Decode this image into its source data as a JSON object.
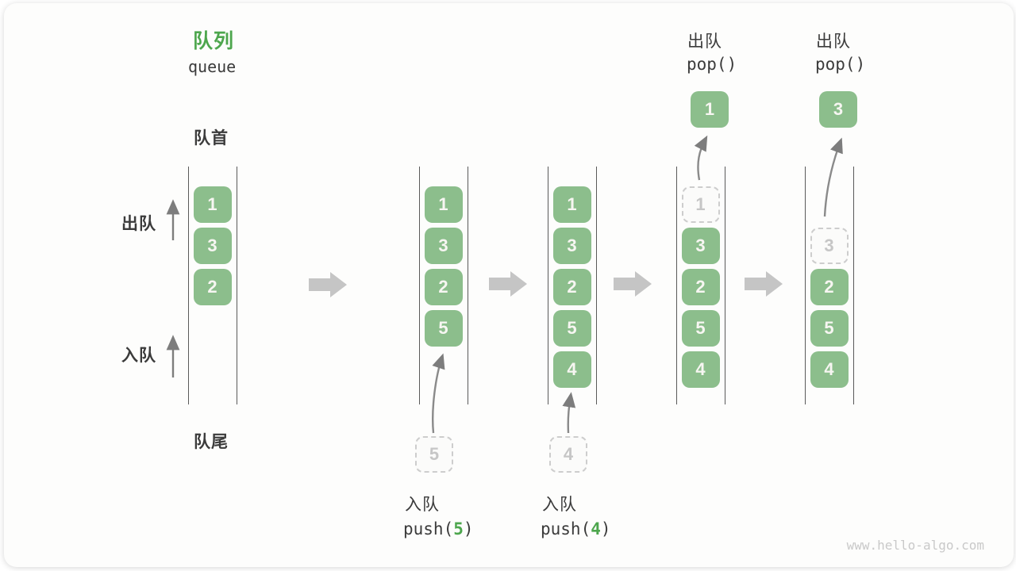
{
  "title": {
    "zh": "队列",
    "en": "queue"
  },
  "side_labels": {
    "front": "队首",
    "rear": "队尾",
    "dequeue": "出队",
    "enqueue": "入队"
  },
  "watermark": "www.hello-algo.com",
  "colors": {
    "accent_green": "#4DA64D",
    "box_green": "#8CBE8C",
    "dark_text": "#3B3B3B",
    "line_gray": "#5A5A5A",
    "arrow_gray": "#8A8A8A",
    "block_arrow_gray": "#C5C5C5",
    "dashed_border": "#CDCDCD",
    "dashed_text": "#C6C6C6",
    "watermark_gray": "#C9C9C9"
  },
  "columns": [
    {
      "cells": [
        {
          "slot": 0,
          "value": "1",
          "variant": "solid"
        },
        {
          "slot": 1,
          "value": "3",
          "variant": "solid"
        },
        {
          "slot": 2,
          "value": "2",
          "variant": "solid"
        }
      ]
    },
    {
      "cells": [
        {
          "slot": 0,
          "value": "1",
          "variant": "solid"
        },
        {
          "slot": 1,
          "value": "3",
          "variant": "solid"
        },
        {
          "slot": 2,
          "value": "2",
          "variant": "solid"
        },
        {
          "slot": 3,
          "value": "5",
          "variant": "solid"
        }
      ],
      "push": {
        "value": "5",
        "label_zh": "入队",
        "code_prefix": "push(",
        "code_arg": "5",
        "code_suffix": ")"
      }
    },
    {
      "cells": [
        {
          "slot": 0,
          "value": "1",
          "variant": "solid"
        },
        {
          "slot": 1,
          "value": "3",
          "variant": "solid"
        },
        {
          "slot": 2,
          "value": "2",
          "variant": "solid"
        },
        {
          "slot": 3,
          "value": "5",
          "variant": "solid"
        },
        {
          "slot": 4,
          "value": "4",
          "variant": "solid"
        }
      ],
      "push": {
        "value": "4",
        "label_zh": "入队",
        "code_prefix": "push(",
        "code_arg": "4",
        "code_suffix": ")"
      }
    },
    {
      "cells": [
        {
          "slot": 0,
          "value": "1",
          "variant": "dashed"
        },
        {
          "slot": 1,
          "value": "3",
          "variant": "solid"
        },
        {
          "slot": 2,
          "value": "2",
          "variant": "solid"
        },
        {
          "slot": 3,
          "value": "5",
          "variant": "solid"
        },
        {
          "slot": 4,
          "value": "4",
          "variant": "solid"
        }
      ],
      "pop": {
        "value": "1",
        "label_zh": "出队",
        "code": "pop()"
      }
    },
    {
      "cells": [
        {
          "slot": 1,
          "value": "3",
          "variant": "dashed"
        },
        {
          "slot": 2,
          "value": "2",
          "variant": "solid"
        },
        {
          "slot": 3,
          "value": "5",
          "variant": "solid"
        },
        {
          "slot": 4,
          "value": "4",
          "variant": "solid"
        }
      ],
      "pop": {
        "value": "3",
        "label_zh": "出队",
        "code": "pop()"
      }
    }
  ]
}
